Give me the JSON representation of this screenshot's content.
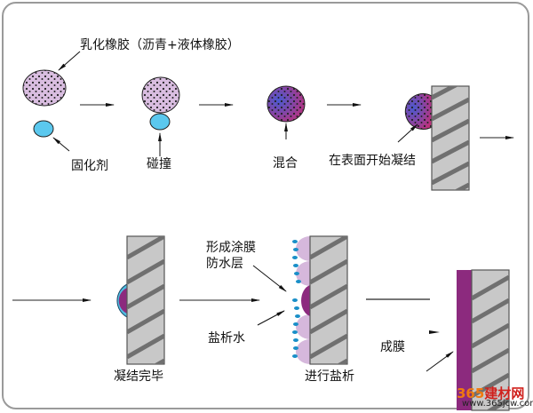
{
  "labels": {
    "emulsified_rubber": "乳化橡胶（沥青+液体橡胶）",
    "curing_agent": "固化剂",
    "collision": "碰撞",
    "mixing": "混合",
    "start_setting": "在表面开始凝结",
    "setting_complete": "凝结完毕",
    "form_coating": "形成涂膜",
    "waterproof_layer": "防水层",
    "salting_water": "盐析水",
    "salting_out": "进行盐析",
    "film_formed": "成膜"
  },
  "watermark": {
    "number": "365",
    "text": "建材网",
    "url": "www.365jcw.com"
  },
  "colors": {
    "rubber_fill": "#d9bde0",
    "curing_fill": "#5bc8ee",
    "film_purple": "#8c2a7e",
    "wall_fill": "#c8c8c8",
    "wall_stripe": "#707070",
    "water_dot": "#1a8fc8"
  }
}
